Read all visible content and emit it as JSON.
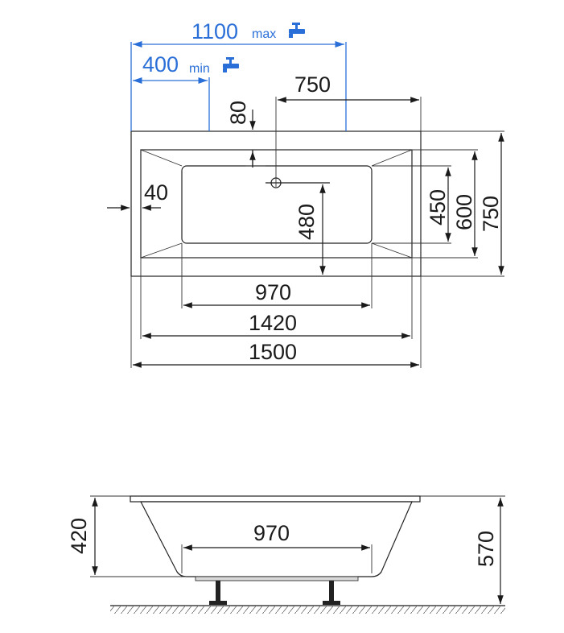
{
  "colors": {
    "line": "#1a1a1a",
    "accent": "#2a6fd8",
    "background": "#ffffff"
  },
  "top_view": {
    "faucet_max": {
      "value": "1100",
      "suffix": "max",
      "icon": "faucet-icon"
    },
    "faucet_min": {
      "value": "400",
      "suffix": "min",
      "icon": "faucet-icon"
    },
    "drain_offset": "750",
    "drain_from_rim": "80",
    "rim_width": "40",
    "drain_depth": "480",
    "inner_width": "450",
    "basin_width": "600",
    "outer_width": "750",
    "inner_length": "970",
    "basin_length": "1420",
    "outer_length": "1500"
  },
  "side_view": {
    "bottom_length": "970",
    "tub_height": "420",
    "total_height": "570"
  }
}
